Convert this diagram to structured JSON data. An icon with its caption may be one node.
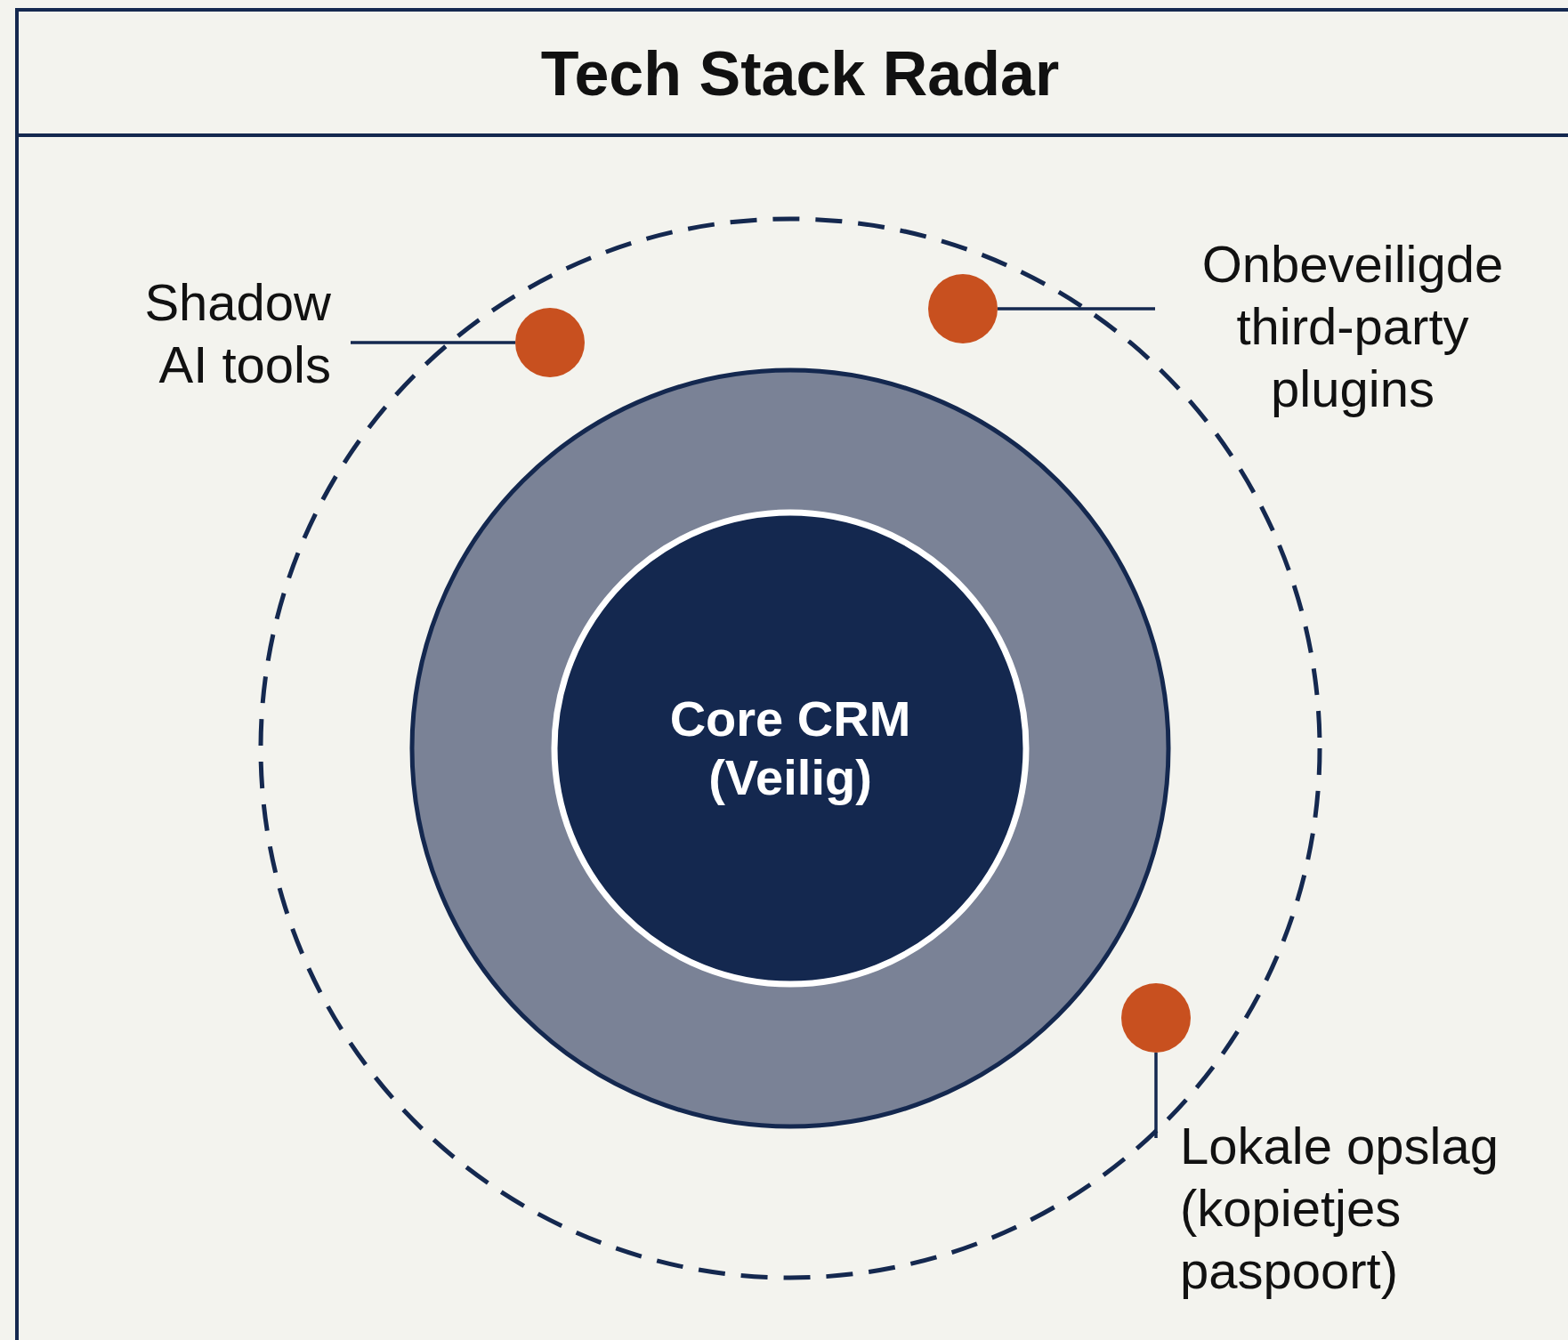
{
  "diagram": {
    "title": "Tech Stack Radar",
    "nodes": [
      {
        "text": [],
        "shape": "circle"
      },
      {
        "text": [],
        "shape": "circle",
        "in": 0
      },
      {
        "text": [
          "Core CRM (Veilig)"
        ],
        "in": 1
      },
      {
        "text": [
          "Shadow AI tools"
        ]
      },
      {
        "text": [],
        "shape": "circle",
        "in": 0
      },
      {
        "text": [
          "Onbeveiligde third-party plugins"
        ]
      },
      {
        "text": [],
        "shape": "circle",
        "in": 0
      },
      {
        "text": [],
        "shape": "circle",
        "in": 0
      },
      {
        "text": [
          "Lokale opslag (kopietjes paspoort)"
        ]
      }
    ],
    "edges": [
      {
        "from": 3,
        "to": 4,
        "arrow": "none"
      },
      {
        "from": 5,
        "to": 6,
        "arrow": "none"
      },
      {
        "from": 8,
        "to": 7,
        "arrow": "none"
      }
    ]
  }
}
